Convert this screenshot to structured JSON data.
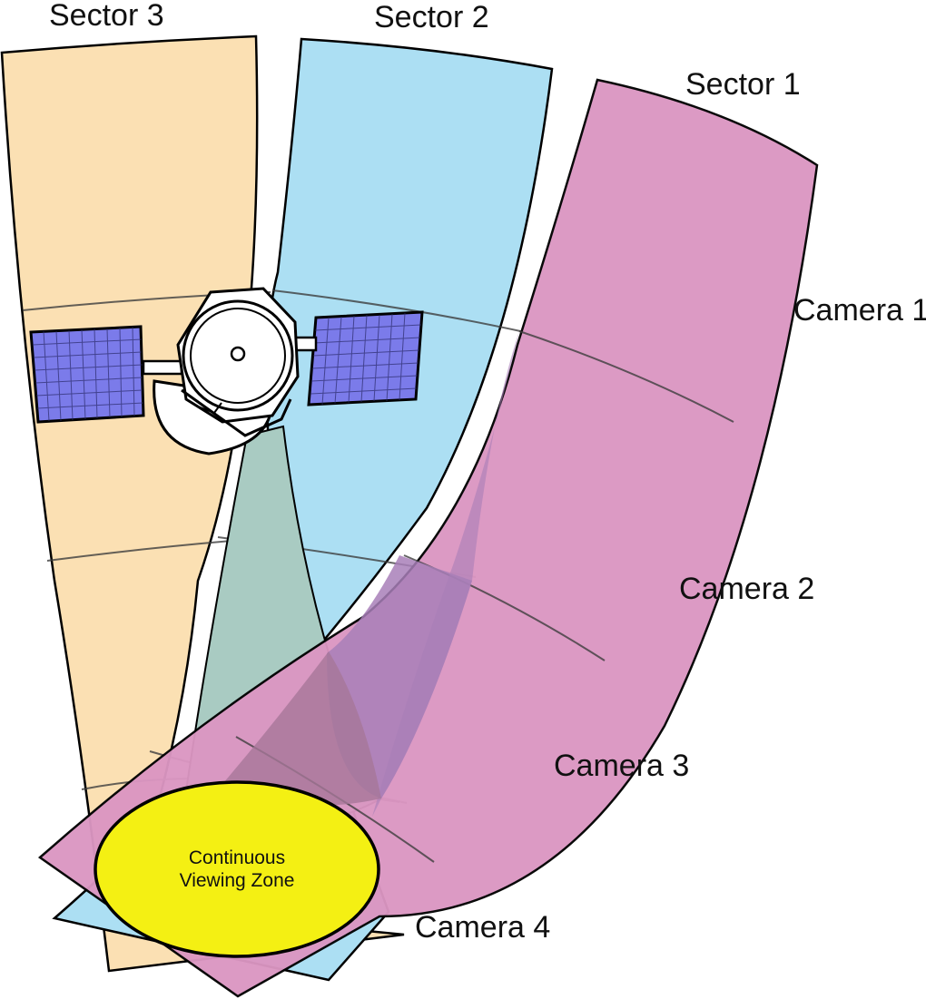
{
  "sectors": [
    {
      "label": "Sector 3",
      "color": "#fbe0b3"
    },
    {
      "label": "Sector 2",
      "color": "#acdff3"
    },
    {
      "label": "Sector 1",
      "color": "#db96c2"
    }
  ],
  "cameras": [
    "Camera 1",
    "Camera 2",
    "Camera 3",
    "Camera 4"
  ],
  "cvz": {
    "line1": "Continuous",
    "line2": "Viewing Zone",
    "color": "#f4f013"
  },
  "spacecraft": {
    "panel_color": "#7b7bea",
    "body_color": "#ffffff"
  }
}
